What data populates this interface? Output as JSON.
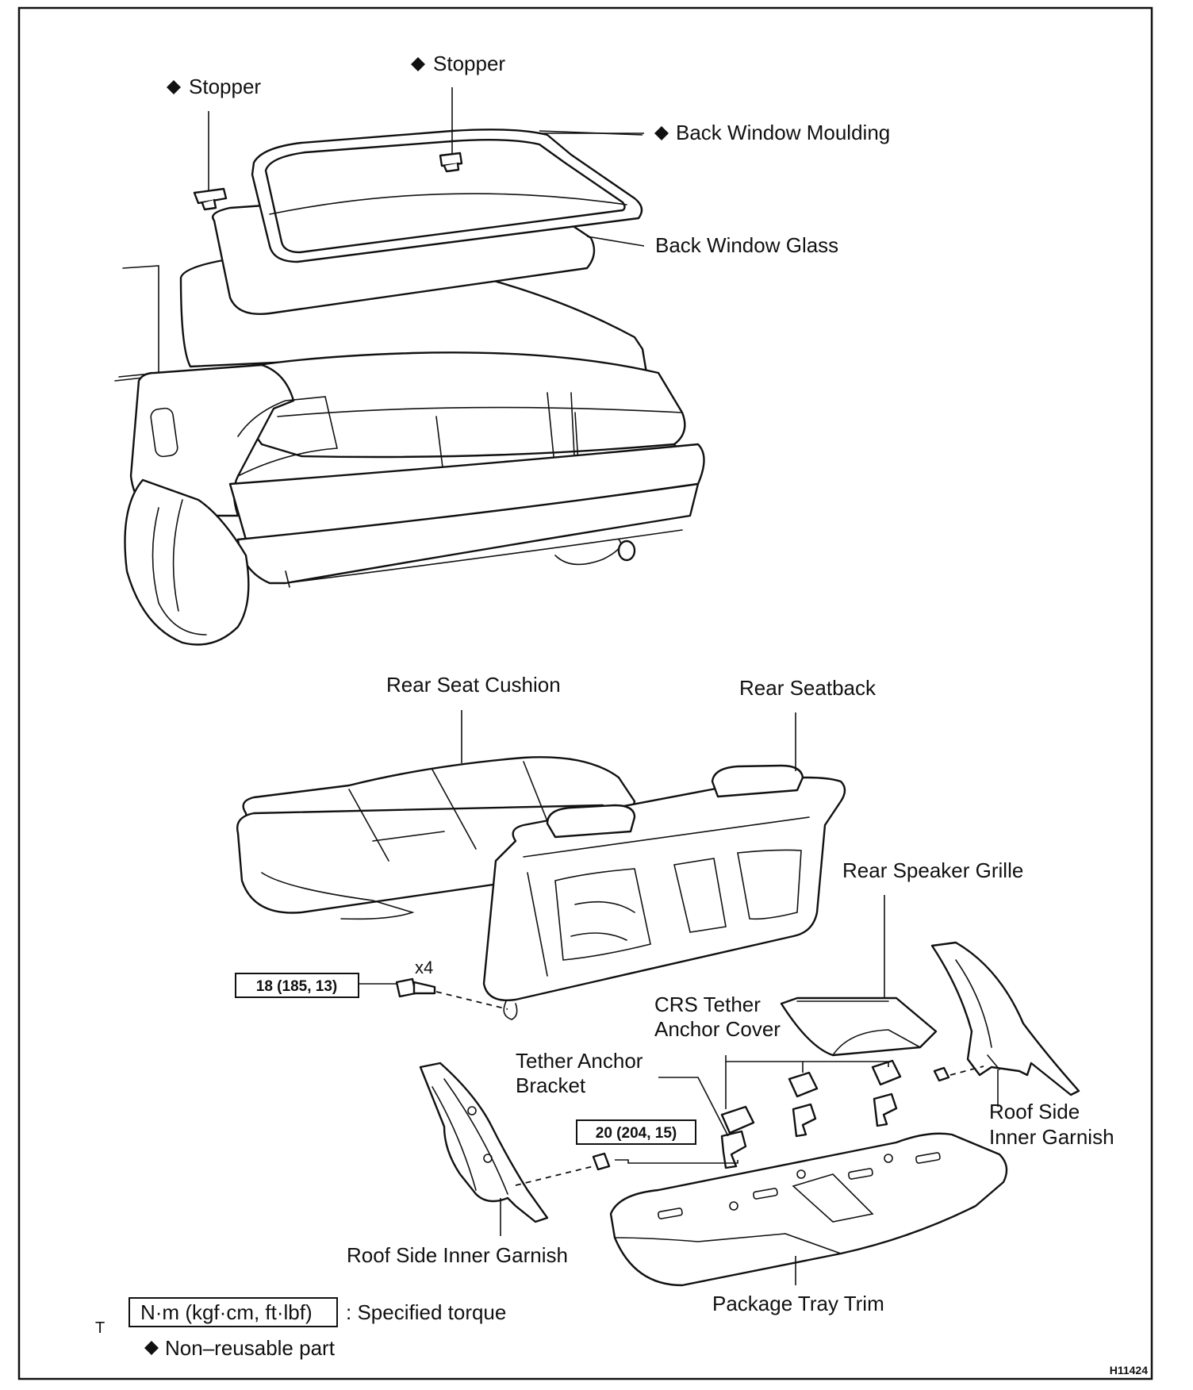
{
  "labels": {
    "stopper_top": "Stopper",
    "stopper_left": "Stopper",
    "back_window_moulding": "Back Window Moulding",
    "back_window_glass": "Back Window Glass",
    "rear_seat_cushion": "Rear Seat Cushion",
    "rear_seatback": "Rear Seatback",
    "rear_speaker_grille": "Rear Speaker Grille",
    "crs_tether_line1": "CRS Tether",
    "crs_tether_line2": "Anchor Cover",
    "tether_bracket_line1": "Tether Anchor",
    "tether_bracket_line2": "Bracket",
    "roof_side_right_line1": "Roof Side",
    "roof_side_right_line2": "Inner Garnish",
    "roof_side_left": "Roof Side Inner Garnish",
    "package_tray_trim": "Package Tray Trim"
  },
  "torque": {
    "seatback_bolt": "18 (185, 13)",
    "bolt_count": "x4",
    "tether_bolt": "20 (204, 15)"
  },
  "legend": {
    "torque_unit": "N·m (kgf·cm, ft·lbf)",
    "torque_desc": ": Specified torque",
    "nonreusable": "Non–reusable part",
    "margin_mark": "T"
  },
  "figure_code": "H11424"
}
